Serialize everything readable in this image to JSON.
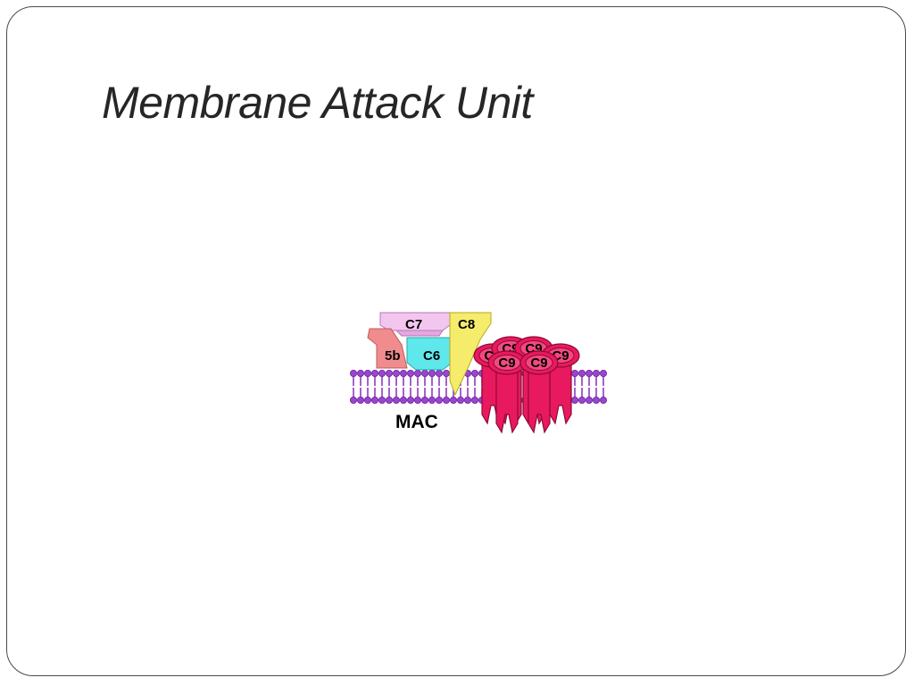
{
  "slide": {
    "title": "Membrane Attack Unit"
  },
  "diagram": {
    "label": "MAC",
    "components": {
      "c5b": "5b",
      "c6": "C6",
      "c7": "C7",
      "c8": "C8",
      "c9": "C9"
    },
    "colors": {
      "membrane": "#8e3bc4",
      "c5b": "#f18c8e",
      "c6": "#5fe8ec",
      "c7": "#f3c6f0",
      "c8": "#f6ec6c",
      "c9": "#e8195e"
    }
  }
}
